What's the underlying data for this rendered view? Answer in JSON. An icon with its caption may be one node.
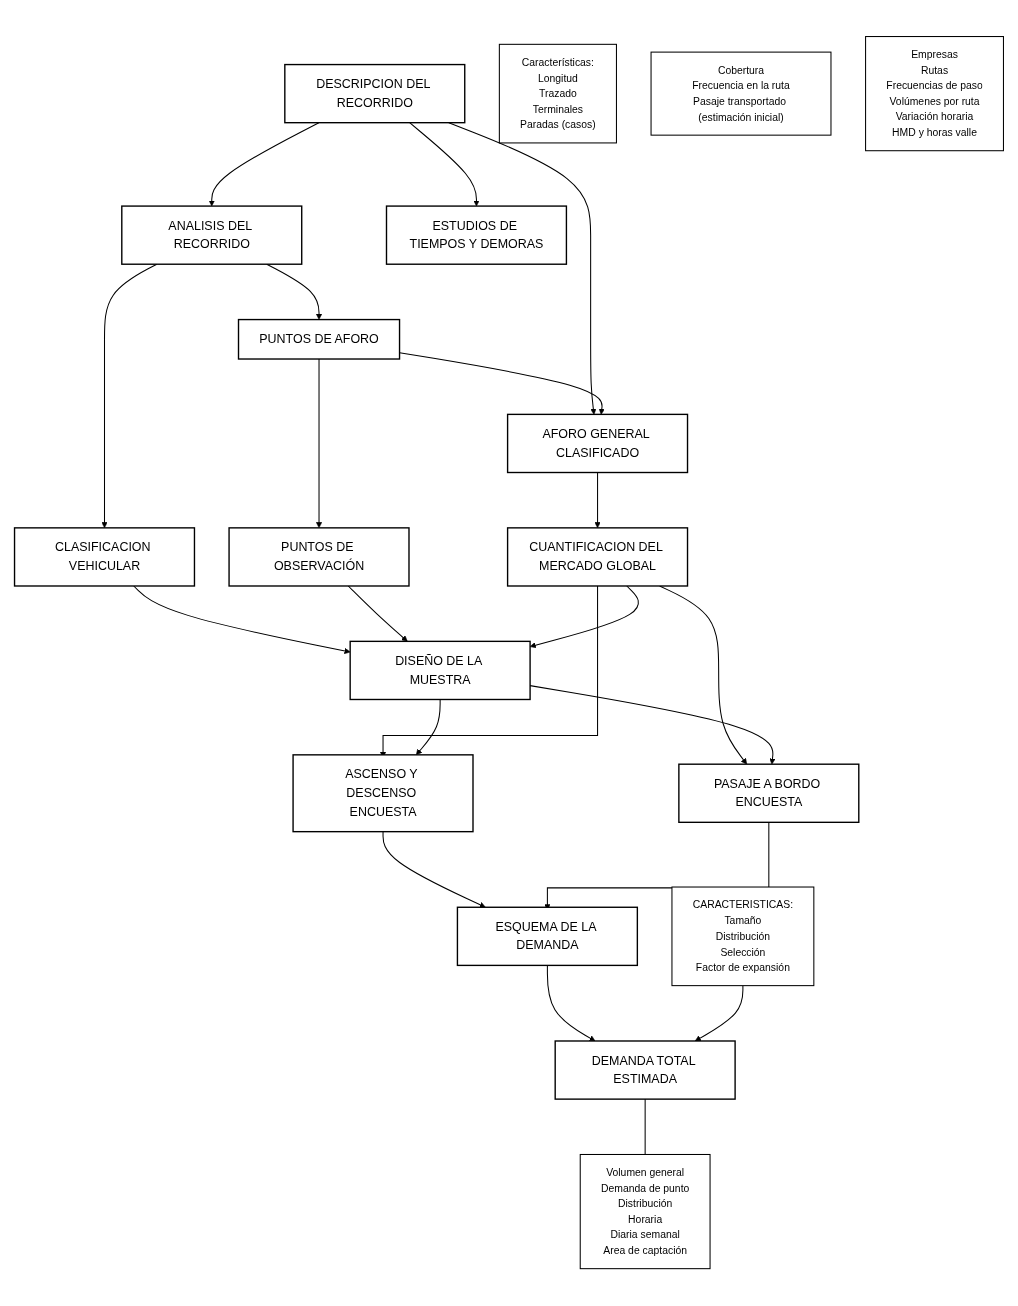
{
  "diagram": {
    "nodes": [
      {
        "text": [
          "DESCRIPCION DEL RECORRIDO"
        ]
      },
      {
        "text": [
          "Características:",
          "Longitud",
          "Trazado",
          "Terminales",
          "Paradas (casos)"
        ]
      },
      {
        "text": [
          "ANALISIS DEL RECORRIDO"
        ]
      },
      {
        "text": [
          "ESTUDIOS DE TIEMPOS Y DEMORAS"
        ]
      },
      {
        "text": [
          "CLASIFICACION VEHICULAR"
        ]
      },
      {
        "text": [
          "PUNTOS DE AFORO"
        ]
      },
      {
        "text": [
          "AFORO GENERAL CLASIFICADO"
        ]
      },
      {
        "text": [
          "Cobertura",
          "Frecuencia en la ruta",
          "Pasaje transportado (estimación inicial)"
        ]
      },
      {
        "text": [
          "PUNTOS DE OBSERVACIÓN"
        ]
      },
      {
        "text": [
          "CUANTIFICACION DEL MERCADO GLOBAL"
        ]
      },
      {
        "text": [
          "Empresas",
          "Rutas",
          "Frecuencias de paso",
          "Volúmenes por ruta",
          "Variación horaria",
          "HMD y horas valle"
        ]
      },
      {
        "text": [
          "CARACTERISTICAS:",
          "Tamaño",
          "Distribución",
          "Selección",
          "Factor de expansión"
        ]
      },
      {
        "text": [
          "DISEÑO DE LA MUESTRA"
        ]
      },
      {
        "text": [
          "ASCENSO Y DESCENSO ENCUESTA"
        ]
      },
      {
        "text": [
          "PASAJE A BORDO ENCUESTA"
        ]
      },
      {
        "text": [
          "ESQUEMA DE LA DEMANDA"
        ]
      },
      {
        "text": [
          "DEMANDA TOTAL ESTIMADA"
        ]
      },
      {
        "text": [
          "Volumen general",
          "Demanda de punto",
          "Distribución",
          "Horaria",
          "Diaria semanal",
          "Area de captación"
        ]
      }
    ],
    "edges": [
      {
        "from": 0,
        "to": 2,
        "arrow": "to"
      },
      {
        "from": 0,
        "to": 3,
        "arrow": "to"
      },
      {
        "from": 0,
        "to": 6,
        "arrow": "to"
      },
      {
        "from": 2,
        "to": 4,
        "arrow": "to"
      },
      {
        "from": 2,
        "to": 5,
        "arrow": "to"
      },
      {
        "from": 5,
        "to": 6,
        "arrow": "to"
      },
      {
        "from": 5,
        "to": 8,
        "arrow": "to"
      },
      {
        "from": 6,
        "to": 9,
        "arrow": "to"
      },
      {
        "from": 4,
        "to": 12,
        "arrow": "to"
      },
      {
        "from": 8,
        "to": 12,
        "arrow": "to"
      },
      {
        "from": 9,
        "to": 12,
        "arrow": "to"
      },
      {
        "from": 9,
        "to": 13,
        "arrow": "to"
      },
      {
        "from": 9,
        "to": 14,
        "arrow": "to"
      },
      {
        "from": 12,
        "to": 13,
        "arrow": "to"
      },
      {
        "from": 12,
        "to": 14,
        "arrow": "to"
      },
      {
        "from": 13,
        "to": 15,
        "arrow": "to"
      },
      {
        "from": 14,
        "to": 15,
        "arrow": "to"
      },
      {
        "from": 15,
        "to": 16,
        "arrow": "to"
      },
      {
        "from": 11,
        "to": 16,
        "arrow": "to"
      },
      {
        "from": 16,
        "to": 17,
        "arrow": "none"
      }
    ]
  }
}
